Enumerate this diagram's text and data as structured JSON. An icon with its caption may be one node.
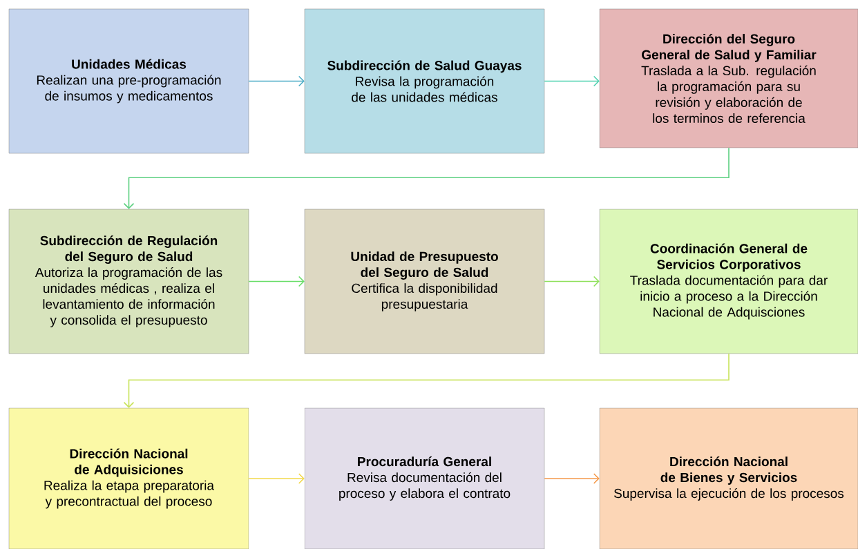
{
  "diagram": {
    "nodes": [
      {
        "text": [
          "Unidades Médicas",
          "Realizan una pre-programación de insumos y medicamentos"
        ]
      },
      {
        "text": [
          "Subdirección de Salud Guayas",
          "Revisa la programación de las unidades  médicas"
        ]
      },
      {
        "text": [
          "Dirección del Seguro General de Salud y Familiar",
          "Traslada a la Sub. regulación la programación para su revisión y elaboración de los terminos de referencia"
        ]
      },
      {
        "text": [
          "Subdirección de Regulación del Seguro de Salud",
          "Autoriza la programación de las unidades médicas , realiza el levantamiento de información y consolida el presupuesto"
        ]
      },
      {
        "text": [
          "Unidad de Presupuesto del Seguro de Salud",
          "Certifica la disponibilidad presupuestaria"
        ]
      },
      {
        "text": [
          "Coordinación General de Servicios Corporativos",
          "Traslada documentación para dar inicio a proceso a la Dirección Nacional de Adquisciones"
        ]
      },
      {
        "text": [
          "Dirección Nacional de Adquisiciones",
          "Realiza la etapa preparatoria y precontractual del proceso"
        ]
      },
      {
        "text": [
          "Procuraduría General",
          "Revisa documentación del proceso y elabora el contrato"
        ]
      },
      {
        "text": [
          "Dirección Nacional de Bienes y Servicios",
          "Supervisa la ejecución de los procesos"
        ]
      }
    ],
    "edges": [
      {
        "from": 0,
        "to": 1,
        "arrow": "to",
        "color": "#4bacc6"
      },
      {
        "from": 1,
        "to": 2,
        "arrow": "to",
        "color": "#4fd1b0"
      },
      {
        "from": 2,
        "to": 3,
        "arrow": "to",
        "color": "#5cd080"
      },
      {
        "from": 3,
        "to": 4,
        "arrow": "to",
        "color": "#66dd66"
      },
      {
        "from": 4,
        "to": 5,
        "arrow": "to",
        "color": "#8ee05a"
      },
      {
        "from": 5,
        "to": 6,
        "arrow": "to",
        "color": "#c8e35a"
      },
      {
        "from": 6,
        "to": 7,
        "arrow": "to",
        "color": "#f2d84a"
      },
      {
        "from": 7,
        "to": 8,
        "arrow": "to",
        "color": "#f5994a"
      }
    ]
  }
}
